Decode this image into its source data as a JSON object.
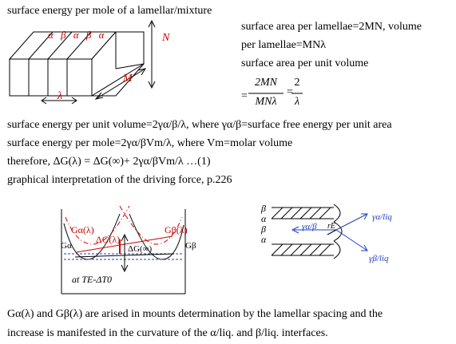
{
  "heading": "surface energy per mole of a lamellar/mixture",
  "fig1": {
    "phase_labels": [
      "α",
      "β",
      "α",
      "β",
      "α"
    ],
    "label_n": "N",
    "label_m": "M",
    "label_lambda": "λ"
  },
  "right_text": {
    "line1": "surface area per lamellae=2MN, volume",
    "line2": "per lamellae=MNλ",
    "line3": "surface area per unit volume",
    "eq_eq": "=",
    "eq_num1": "2MN",
    "eq_den1": "MNλ",
    "eq_mid": "=",
    "eq_num2": "2",
    "eq_den2": "λ"
  },
  "body": {
    "line1": "surface energy per unit volume=2γα/β/λ, where γα/β=surface free energy per unit area",
    "line2": "surface energy per mole=2γα/βVm/λ, where Vm=molar volume",
    "line3": "therefore, ΔG(λ) = ΔG(∞)+ 2γα/βVm/λ …(1)",
    "line4": "graphical interpretation of the driving force, p.226"
  },
  "fig2": {
    "g_alpha_lambda": "Gα(λ)",
    "g_beta_lambda": "Gβ(λ)",
    "g_alpha": "Gα",
    "g_beta": "Gβ",
    "delta_g_lambda": "ΔG(λ)",
    "delta_g_inf": "ΔG(∞)",
    "temp_label": "at TE-ΔT0"
  },
  "fig3": {
    "phase_labels": [
      "β",
      "α",
      "β",
      "α"
    ],
    "gamma_ab": "γα/β",
    "gamma_a_liq": "γα/liq",
    "gamma_b_liq": "γβ/liq",
    "r_e": "rE"
  },
  "footer": {
    "line1": "Gα(λ) and Gβ(λ) are arised in mounts determination by the lamellar spacing and the",
    "line2": "increase is manifested in the curvature of the α/liq. and β/liq. interfaces."
  }
}
